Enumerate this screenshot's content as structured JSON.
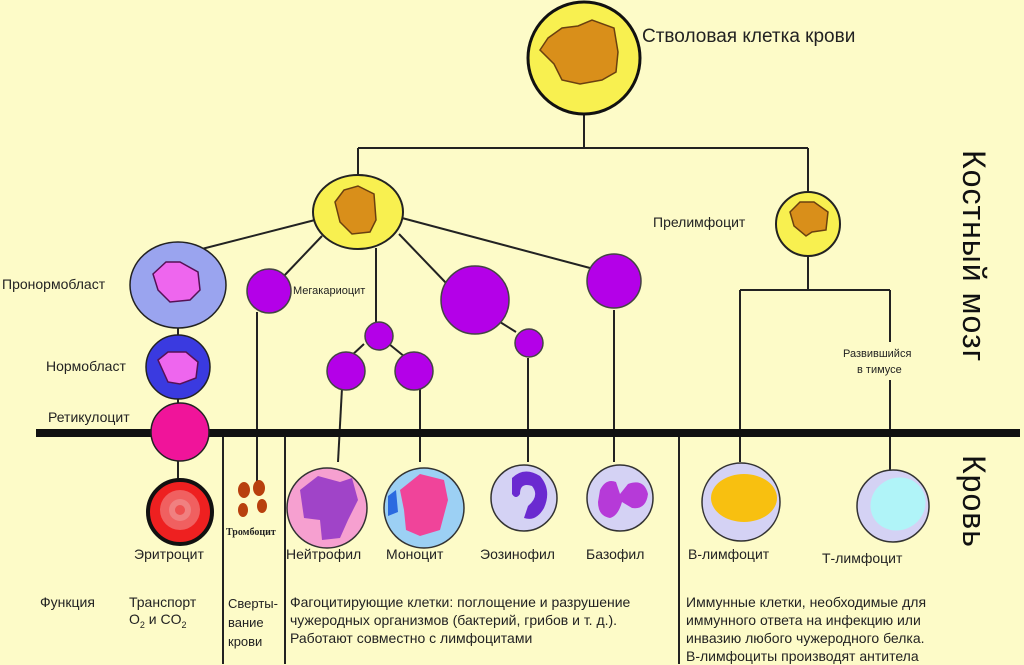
{
  "stem_cell": "Стволовая клетка крови",
  "regions": {
    "bone_marrow": "Костный мозг",
    "blood": "Кровь"
  },
  "bone_marrow_cells": {
    "pronormoblast": "Пронормобласт",
    "normoblast": "Нормобласт",
    "reticulocyte": "Ретикулоцит",
    "megakaryocyte": "Мегакариоцит",
    "prelymphocyte": "Прелимфоцит",
    "thymus_note_line1": "Развившийся",
    "thymus_note_line2": "в тимусе"
  },
  "blood_cells": {
    "erythrocyte": "Эритроцит",
    "thrombocyte": "Тромбоцит",
    "neutrophil": "Нейтрофил",
    "monocyte": "Моноцит",
    "eosinophil": "Эозинофил",
    "basophil": "Базофил",
    "b_lymphocyte": "В-лимфоцит",
    "t_lymphocyte": "Т-лимфоцит"
  },
  "functions": {
    "header": "Функция",
    "erythrocyte_line1": "Транспорт",
    "erythrocyte_line2_o": "O",
    "erythrocyte_line2_sub": "2",
    "erythrocyte_line2_and": " и CO",
    "erythrocyte_line2_sub2": "2",
    "clotting_line1": "Сверты-",
    "clotting_line2": "вание",
    "clotting_line3": "крови",
    "phagocytes_line1": "Фагоцитирующие клетки: поглощение и разрушение",
    "phagocytes_line2": "чужеродных организмов (бактерий, грибов и т. д.).",
    "phagocytes_line3": "Работают совместно с лимфоцитами",
    "immune_line1": "Иммунные клетки, необходимые для",
    "immune_line2": "иммунного ответа на инфекцию или",
    "immune_line3": "инвазию любого чужеродного белка.",
    "immune_line4": "В-лимфоциты производят антитела"
  },
  "colors": {
    "background": "#fdfbc8",
    "progenitor": "#f8f050",
    "nucleus": "#d98f1a",
    "myeloid": "#b400e8",
    "pronormoblast": "#9aa4ef",
    "normoblast": "#3a3ae0",
    "nucleus_pink": "#ee66ee",
    "reticulocyte": "#f0149a",
    "erythrocyte": "#ee2020",
    "leukocyte_body": "#d4d2f4",
    "eosinophil_nucleus": "#6a2ad0",
    "basophil_nucleus": "#b63ad8",
    "b_lymph_nucleus": "#f8c010",
    "t_lymph_nucleus": "#b0f4f8"
  }
}
